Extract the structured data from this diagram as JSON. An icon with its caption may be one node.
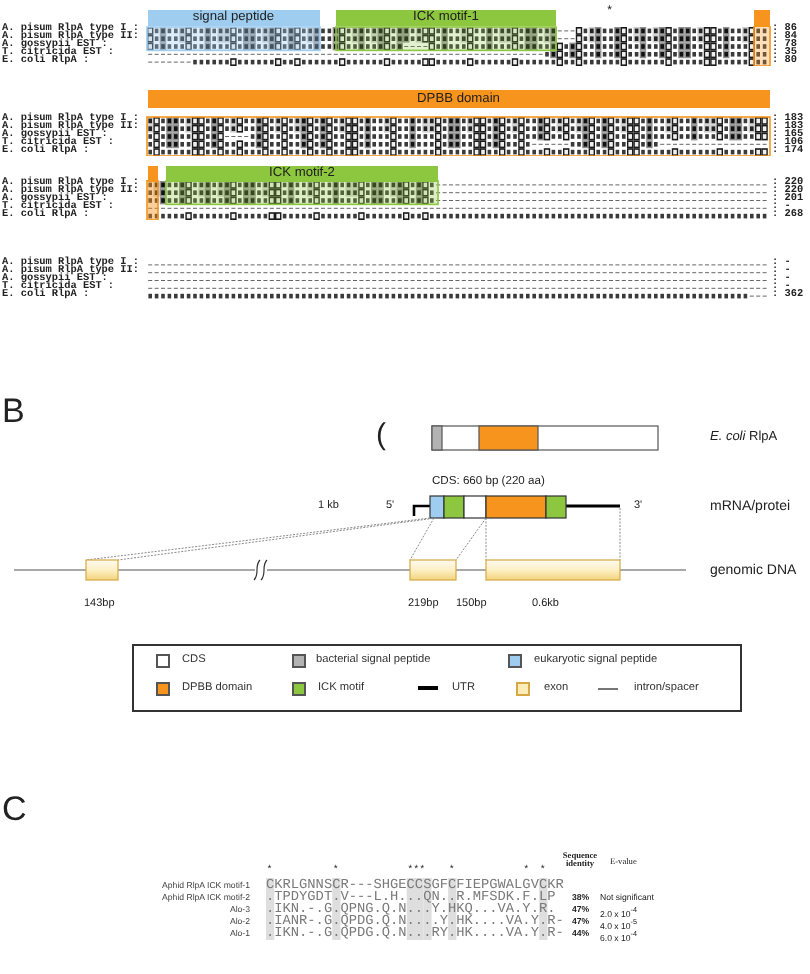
{
  "diagram": {
    "nodes": [
      {
        "text": [
          "signal peptide"
        ]
      },
      {
        "text": [
          "ICK motif-1"
        ]
      },
      {
        "text": [],
        "shape": "bar"
      },
      {
        "text": [
          "DPBB domain"
        ]
      },
      {
        "text": [],
        "shape": "bar"
      },
      {
        "text": [
          "ICK motif-2"
        ]
      }
    ],
    "labels": [
      "*",
      "A. pisum RlpA type I :",
      ": 86",
      "A. pisum RlpA type II:",
      ": 84",
      "A. gossypii EST :",
      ": 78",
      "T. citricida EST :",
      ": 35",
      "E. coli RlpA :",
      ": 80",
      "A. pisum RlpA type I :",
      ": 183",
      "A. pisum RlpA type II:",
      ": 183",
      "A. gossypii EST :",
      ": 165",
      "T. citricida EST :",
      ": 106",
      "E. coli RlpA :",
      ": 174",
      "A. pisum RlpA type I :",
      ": 220",
      "A. pisum RlpA type II:",
      ": 220",
      "A. gossypii EST :",
      ": 201",
      "T. citricida EST :",
      ": -",
      "E. coli RlpA :",
      ": 268",
      "A. pisum RlpA type I :",
      ": -",
      "A. pisum RlpA type II:",
      ": -",
      "A. gossypii EST :",
      ": -",
      "T. citricida EST :",
      ": -",
      "E. coli RlpA :",
      ": 362",
      "B",
      "(",
      "*E. coli* RlpA",
      "CDS: 660 bp (220 aa)",
      "1 kb",
      "5'",
      "3'",
      "mRNA/protei",
      "genomic DNA",
      "143bp",
      "219bp",
      "150bp",
      "0.6kb",
      "C",
      "Sequence identity",
      "E-value",
      "*",
      "*",
      "***",
      "*",
      "*",
      "*",
      "Aphid RlpA ICK motif-1",
      "CKRLGNNSCR---SHGECCSGFCFIEPGWALGVCKR",
      "Aphid RlpA ICK motif-2",
      ".TPDYGDT.V---L.H...QN..R.MFSDK.F.LP",
      "38%",
      "Not significant",
      "Alo-3",
      ".IKN.-.G.QPNG.Q.N...Y.HKQ...VA.Y.R.",
      "47%",
      "2.0 x 10$^{-4}$",
      "Alo-2",
      ".IANR-.G.QPDG.Q.N....Y.HK....VA.Y.R-",
      "47%",
      "4.0 x 10$^{-5}$",
      "Alo-1",
      ".IKN.-.G.QPDG.Q.N...RY.HK....VA.Y.R-",
      "44%",
      "6.0 x 10$^{-4}$"
    ],
    "legend": [
      {
        "text": "CDS",
        "color": "#ffffff"
      },
      {
        "text": "bacterial signal peptide",
        "color": "#b3b3b3"
      },
      {
        "text": "eukaryotic signal peptide",
        "color": "#9fcdf0"
      },
      {
        "text": "DPBB domain",
        "color": "#f7941d"
      },
      {
        "text": "ICK motif",
        "color": "#8dc63f"
      },
      {
        "text": "UTR"
      },
      {
        "text": "exon",
        "color": "#fcecb8"
      },
      {
        "text": "intron/spacer"
      }
    ]
  }
}
